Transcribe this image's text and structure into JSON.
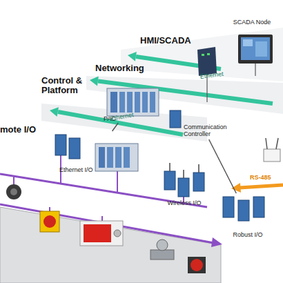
{
  "diagram": {
    "nodes": [
      {
        "text": [
          "SCADA Node"
        ]
      },
      {
        "text": [
          "PAC"
        ]
      },
      {
        "text": [
          "Communication Controller"
        ]
      },
      {
        "text": [
          "Ethernet I/O"
        ]
      },
      {
        "text": [
          "Wireless I/O"
        ]
      },
      {
        "text": [
          "Robust I/O"
        ]
      }
    ],
    "edges": [
      {
        "from": 1,
        "to": 3,
        "arrow": "none"
      },
      {
        "from": 2,
        "to": 5,
        "arrow": "none"
      }
    ],
    "labels": [
      "HMI/SCADA",
      "Networking",
      "Ethernet",
      "Control & Platform",
      "Ethernet",
      "mote I/O",
      "RS-485"
    ]
  }
}
